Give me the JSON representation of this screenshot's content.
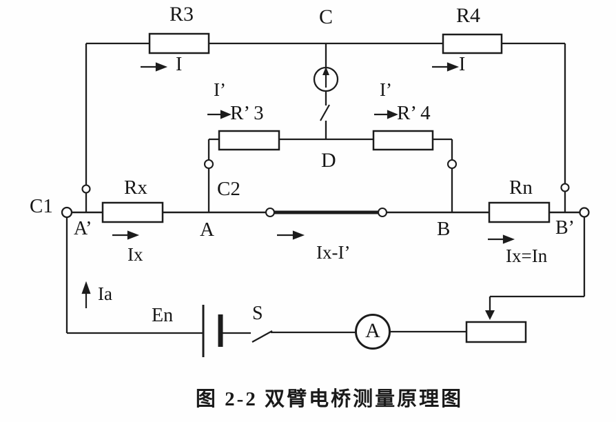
{
  "colors": {
    "ink": "#1c1c1c",
    "background": "#fefefe"
  },
  "caption": "图 2-2 双臂电桥测量原理图",
  "labels": {
    "r3": "R3",
    "c": "C",
    "r4": "R4",
    "i_left": "I",
    "i_right": "I",
    "i_prime_left": "I’",
    "r_prime_3": "R’ 3",
    "i_prime_right": "I’",
    "r_prime_4": "R’ 4",
    "d": "D",
    "c2": "C2",
    "c1": "C1",
    "a_prime": "A’",
    "rx": "Rx",
    "a": "A",
    "ix": "Ix",
    "ix_minus_i_prime": "Ix-I’",
    "b": "B",
    "rn": "Rn",
    "b_prime": "B’",
    "ix_equals_in": "Ix=In",
    "ia": "Ia",
    "en": "En",
    "s": "S",
    "ammeter": "A"
  }
}
